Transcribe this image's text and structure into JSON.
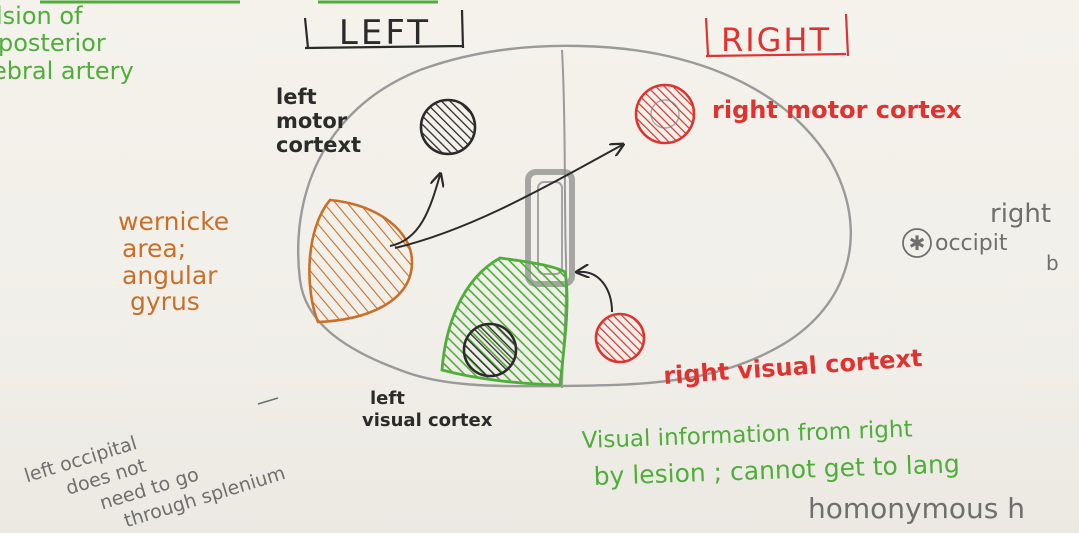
{
  "headings": {
    "left": "LEFT",
    "right": "RIGHT"
  },
  "top_left_note": {
    "lines": [
      "lsion of",
      "posterior",
      "ebral artery"
    ]
  },
  "labels": {
    "left_motor_cortex": [
      "left",
      "motor",
      "cortext"
    ],
    "right_motor_cortex": "right motor cortex",
    "wernicke_area": [
      "wernicke",
      "area;",
      "angular",
      "gyrus"
    ],
    "left_visual_cortex": [
      "left",
      "visual cortex"
    ],
    "right_visual_cortex": "right visual cortext"
  },
  "side_note": {
    "lines": [
      "left occipital",
      "does not",
      "need to go",
      "through splenium"
    ]
  },
  "bottom_note": {
    "line1": "Visual information from right",
    "line2": "by lesion ; cannot get to lang",
    "line3": "homonymous h"
  },
  "right_edge_note": {
    "symbol": "✱",
    "lines": [
      "right",
      "occipit",
      "b"
    ]
  },
  "colors": {
    "green": "#4fae3a",
    "red": "#e0322e",
    "orange": "#c8702a",
    "black": "#2b2b2b",
    "pencil": "#9a9a9a"
  }
}
